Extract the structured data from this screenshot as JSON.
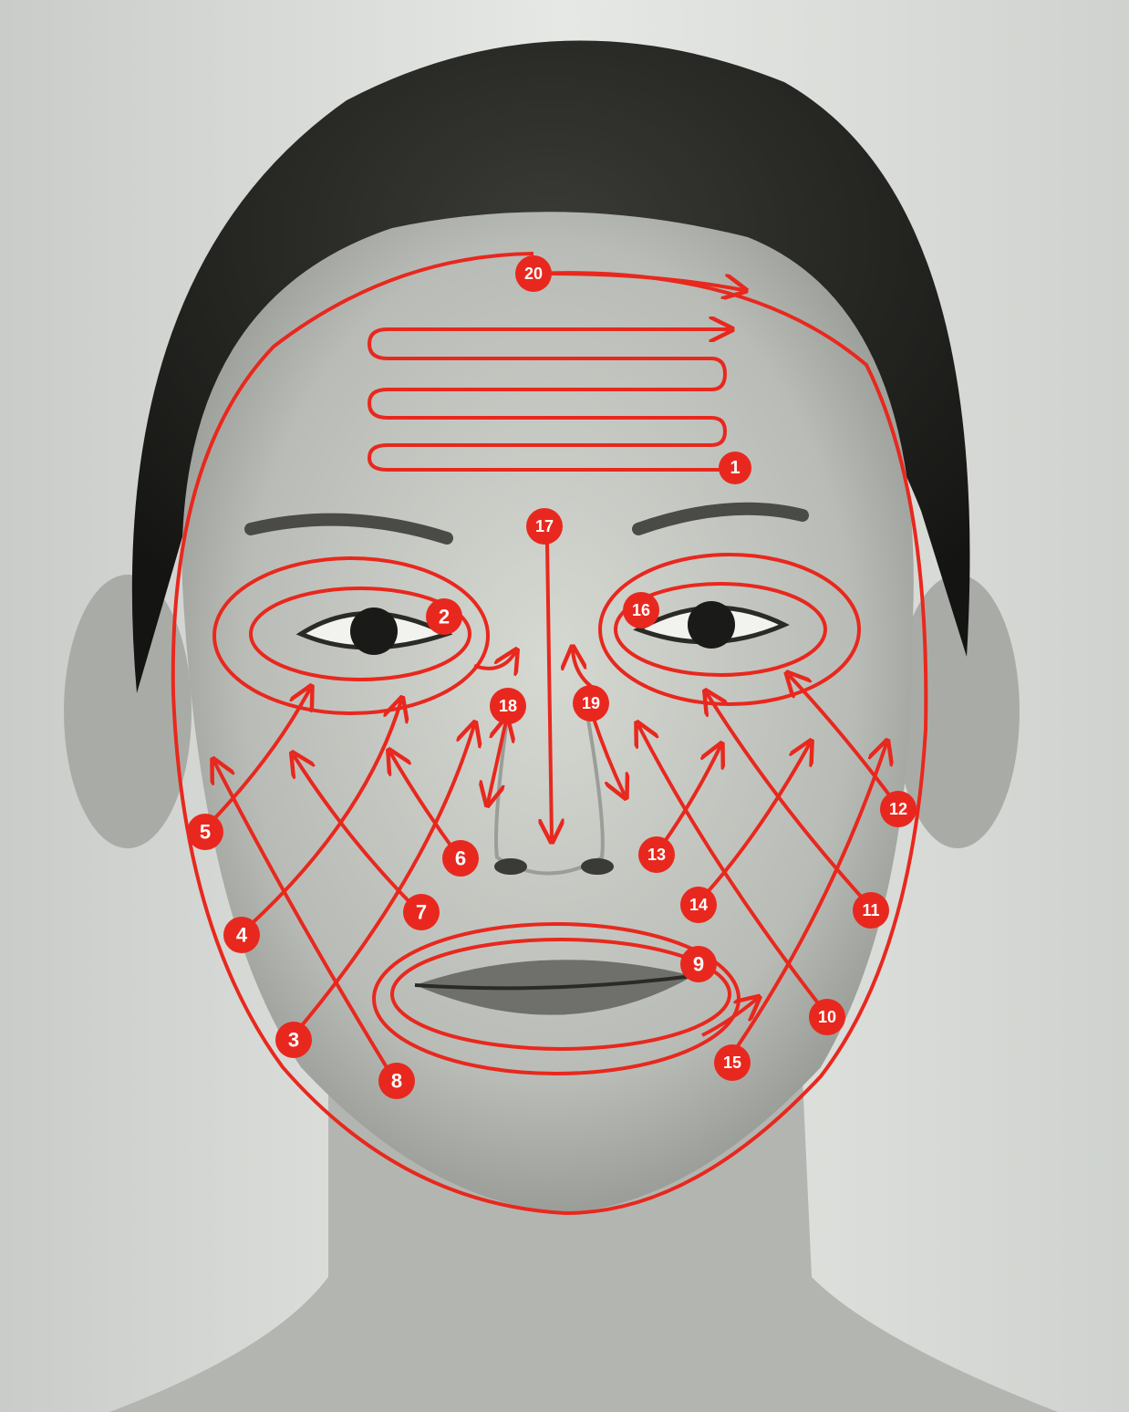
{
  "accent_color": "#e8281e",
  "photo_description_icon": "face-photo-icon",
  "steps": [
    {
      "num": "1"
    },
    {
      "num": "2"
    },
    {
      "num": "3"
    },
    {
      "num": "4"
    },
    {
      "num": "5"
    },
    {
      "num": "6"
    },
    {
      "num": "7"
    },
    {
      "num": "8"
    },
    {
      "num": "9"
    },
    {
      "num": "10"
    },
    {
      "num": "11"
    },
    {
      "num": "12"
    },
    {
      "num": "13"
    },
    {
      "num": "14"
    },
    {
      "num": "15"
    },
    {
      "num": "16"
    },
    {
      "num": "17"
    },
    {
      "num": "18"
    },
    {
      "num": "19"
    },
    {
      "num": "20"
    }
  ]
}
